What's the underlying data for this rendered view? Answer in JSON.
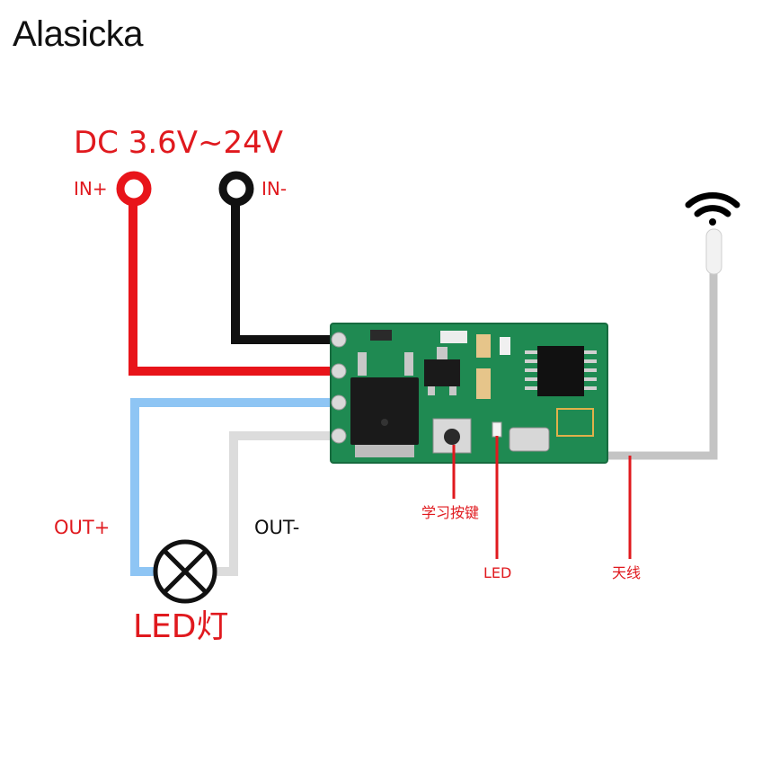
{
  "brand": "Alasicka",
  "supply_label": "DC 3.6V~24V",
  "terminals": {
    "in_plus": "IN+",
    "in_minus": "IN-",
    "out_plus": "OUT+",
    "out_minus": "OUT-"
  },
  "lamp_label": "LED灯",
  "callouts": {
    "learn_button": "学习按键",
    "led": "LED",
    "antenna": "天线"
  },
  "colors": {
    "positive_wire": "#e8141a",
    "negative_wire": "#111111",
    "out_plus_wire": "#8ec5f4",
    "out_minus_wire": "#dcdcdc",
    "antenna_wire": "#c4c4c4",
    "pcb": "#1f8a52",
    "label": "#e0191e"
  }
}
